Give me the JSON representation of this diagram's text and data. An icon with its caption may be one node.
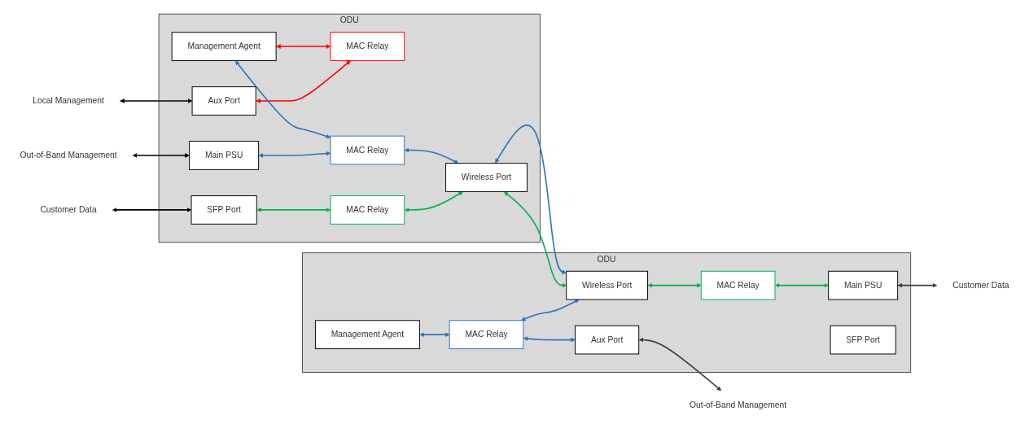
{
  "diagram": {
    "nodes": [
      {
        "text": [
          "ODU"
        ]
      },
      {
        "text": [
          "Management Agent"
        ],
        "in": 0
      },
      {
        "text": [
          "Aux Port"
        ],
        "in": 0
      },
      {
        "text": [
          "MAC Relay"
        ],
        "in": 0
      },
      {
        "text": [
          "Main PSU"
        ],
        "in": 0
      },
      {
        "text": [
          "MAC Relay"
        ],
        "in": 0
      },
      {
        "text": [
          "SFP Port"
        ],
        "in": 0
      },
      {
        "text": [
          "MAC Relay"
        ],
        "in": 0
      },
      {
        "text": [
          "Wireless Port"
        ],
        "in": 0
      },
      {
        "text": [
          "ODU"
        ]
      },
      {
        "text": [
          "Management Agent"
        ],
        "in": 9
      },
      {
        "text": [
          "MAC Relay"
        ],
        "in": 9
      },
      {
        "text": [
          "Aux Port"
        ],
        "in": 9
      },
      {
        "text": [
          "Main PSU"
        ],
        "in": 9
      },
      {
        "text": [
          "Wireless Port"
        ],
        "in": 9
      },
      {
        "text": [
          "MAC Relay"
        ],
        "in": 9
      },
      {
        "text": [
          "SFP Port"
        ],
        "in": 9
      },
      {
        "text": [
          "Local Management"
        ]
      },
      {
        "text": [
          "Out-of-Band Management"
        ]
      },
      {
        "text": [
          "Customer Data"
        ]
      },
      {
        "text": [
          "Out-of-Band Management"
        ]
      },
      {
        "text": [
          "Customer Data"
        ]
      }
    ],
    "edges": [
      {
        "from": 17,
        "to": 2,
        "arrow": "both",
        "color": "#000000"
      },
      {
        "from": 18,
        "to": 4,
        "arrow": "both",
        "color": "#000000"
      },
      {
        "from": 19,
        "to": 6,
        "arrow": "both",
        "color": "#000000"
      },
      {
        "from": 1,
        "to": 3,
        "arrow": "both",
        "color": "#ff0000"
      },
      {
        "from": 2,
        "to": 3,
        "arrow": "both",
        "color": "#ff0000"
      },
      {
        "from": 1,
        "to": 5,
        "arrow": "both"
      },
      {
        "from": 4,
        "to": 5,
        "arrow": "both"
      },
      {
        "from": 5,
        "to": 8,
        "arrow": "both"
      },
      {
        "from": 6,
        "to": 7,
        "arrow": "both",
        "color": "#00b050"
      },
      {
        "from": 7,
        "to": 8,
        "arrow": "both",
        "color": "#00b050"
      },
      {
        "from": 8,
        "to": 14,
        "arrow": "both"
      },
      {
        "from": 8,
        "to": 14,
        "arrow": "both",
        "color": "#00b050"
      },
      {
        "from": 10,
        "to": 11,
        "arrow": "both"
      },
      {
        "from": 11,
        "to": 12,
        "arrow": "both"
      },
      {
        "from": 11,
        "to": 14,
        "arrow": "both"
      },
      {
        "from": 14,
        "to": 15,
        "arrow": "both",
        "color": "#00b050"
      },
      {
        "from": 15,
        "to": 13,
        "arrow": "both",
        "color": "#00b050"
      },
      {
        "from": 12,
        "to": 20,
        "arrow": "both",
        "color": "#404040"
      },
      {
        "from": 13,
        "to": 21,
        "arrow": "both",
        "color": "#404040"
      }
    ]
  }
}
